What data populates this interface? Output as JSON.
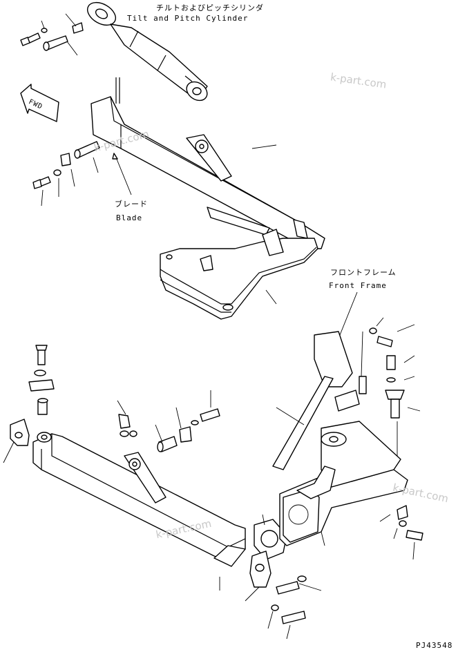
{
  "labels": {
    "tilt_cylinder_jp": "チルトおよびピッチシリンダ",
    "tilt_cylinder_en": "Tilt and Pitch Cylinder",
    "blade_jp": "ブレード",
    "blade_en": "Blade",
    "front_frame_jp": "フロントフレーム",
    "front_frame_en": "Front Frame",
    "fwd_arrow": "FWD",
    "part_code": "PJ43548"
  },
  "watermarks": [
    "k-part.com",
    "k-part.com",
    "k-part.com",
    "k-part.com"
  ]
}
